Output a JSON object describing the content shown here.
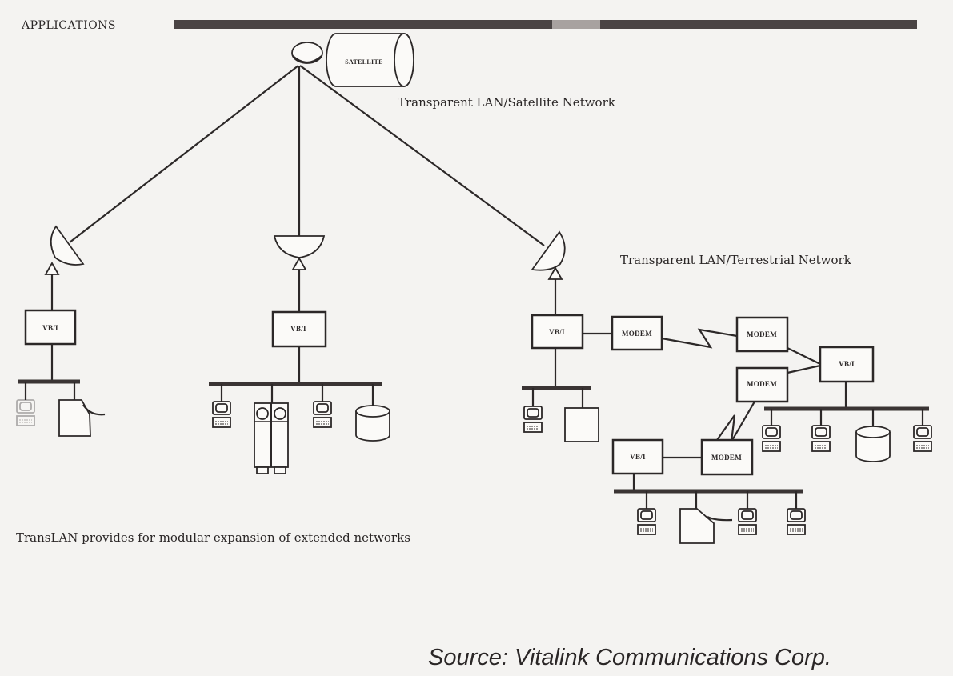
{
  "page": {
    "section_title": "APPLICATIONS",
    "satellite_label": "SATELLITE",
    "satellite_network_title": "Transparent LAN/Satellite Network",
    "terrestrial_network_title": "Transparent LAN/Terrestrial Network",
    "caption": "TransLAN provides for modular expansion of extended networks",
    "source": "Source:  Vitalink Communications Corp."
  },
  "nodes": {
    "bridge_left": "VB/I",
    "bridge_center": "VB/I",
    "bridge_right": "VB/I",
    "bridge_far_right": "VB/I",
    "bridge_bottom": "VB/I",
    "modem_1": "MODEM",
    "modem_2": "MODEM",
    "modem_3": "MODEM",
    "modem_4": "MODEM"
  },
  "icons": {
    "satellite": "satellite-icon",
    "dish": "satellite-dish-icon",
    "terminal": "terminal-icon",
    "printer": "printer-icon",
    "disk": "disk-storage-icon",
    "tape": "tape-drive-icon",
    "host": "host-computer-icon",
    "link": "lightning-link-icon"
  }
}
